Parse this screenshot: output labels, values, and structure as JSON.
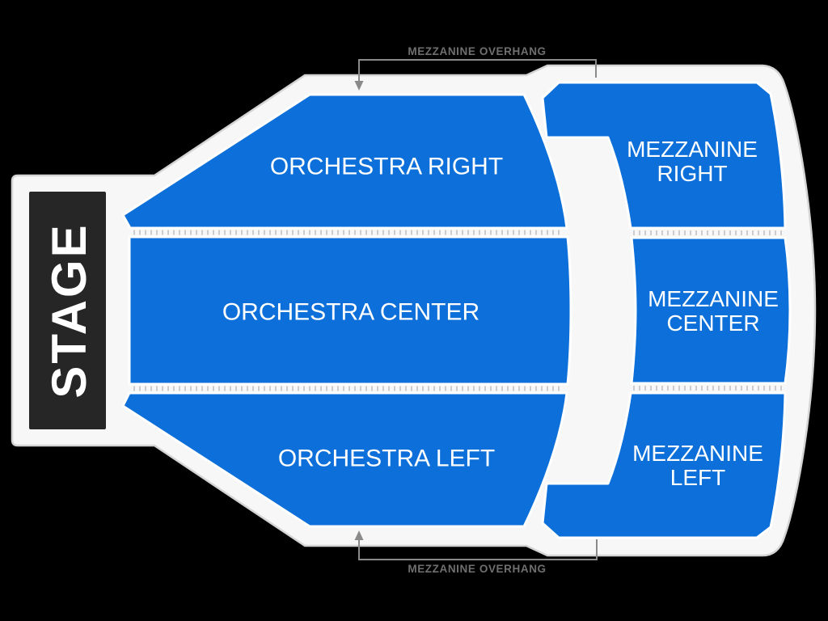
{
  "map": {
    "kind": "venue-seating-map"
  },
  "stage": {
    "label": "STAGE"
  },
  "sections": {
    "orchestra_right": {
      "label": "ORCHESTRA RIGHT"
    },
    "orchestra_center": {
      "label": "ORCHESTRA CENTER"
    },
    "orchestra_left": {
      "label": "ORCHESTRA LEFT"
    },
    "mezzanine_right": {
      "line1": "MEZZANINE",
      "line2": "RIGHT"
    },
    "mezzanine_center": {
      "line1": "MEZZANINE",
      "line2": "CENTER"
    },
    "mezzanine_left": {
      "line1": "MEZZANINE",
      "line2": "LEFT"
    }
  },
  "annotations": {
    "top_overhang": "MEZZANINE OVERHANG",
    "bottom_overhang": "MEZZANINE OVERHANG"
  },
  "colors": {
    "background": "#000000",
    "footprint": "#f7f7f7",
    "footprint_outline": "#d4d4d4",
    "section_fill": "#0d6fd9",
    "section_outline": "#ffffff",
    "section_text": "#ffffff",
    "stage_fill": "#262626",
    "stage_text": "#ffffff",
    "annotation_text": "#6f6f6f",
    "bracket_line": "#8a8a8a",
    "divider_ticks": "#cccccc"
  }
}
